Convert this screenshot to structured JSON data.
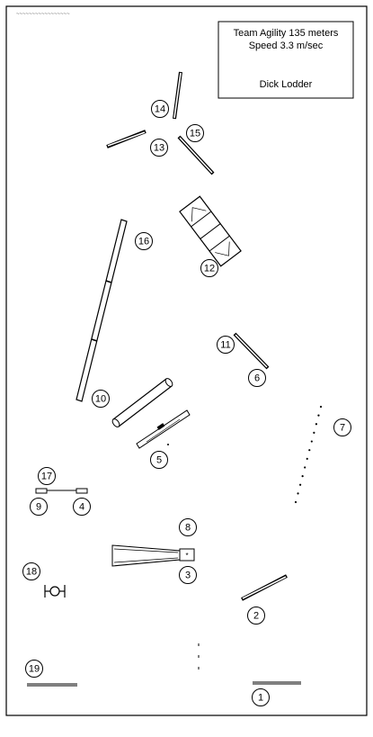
{
  "course": {
    "header_scribble": "~~~~~~~~~~~~~~~~~",
    "title_line1": "Team Agility 135 meters",
    "title_line2": "Speed 3.3 m/sec",
    "judge": "Dick Lodder"
  },
  "numbers": [
    "1",
    "2",
    "3",
    "4",
    "5",
    "6",
    "7",
    "8",
    "9",
    "10",
    "11",
    "12",
    "13",
    "14",
    "15",
    "16",
    "17",
    "18",
    "19"
  ]
}
